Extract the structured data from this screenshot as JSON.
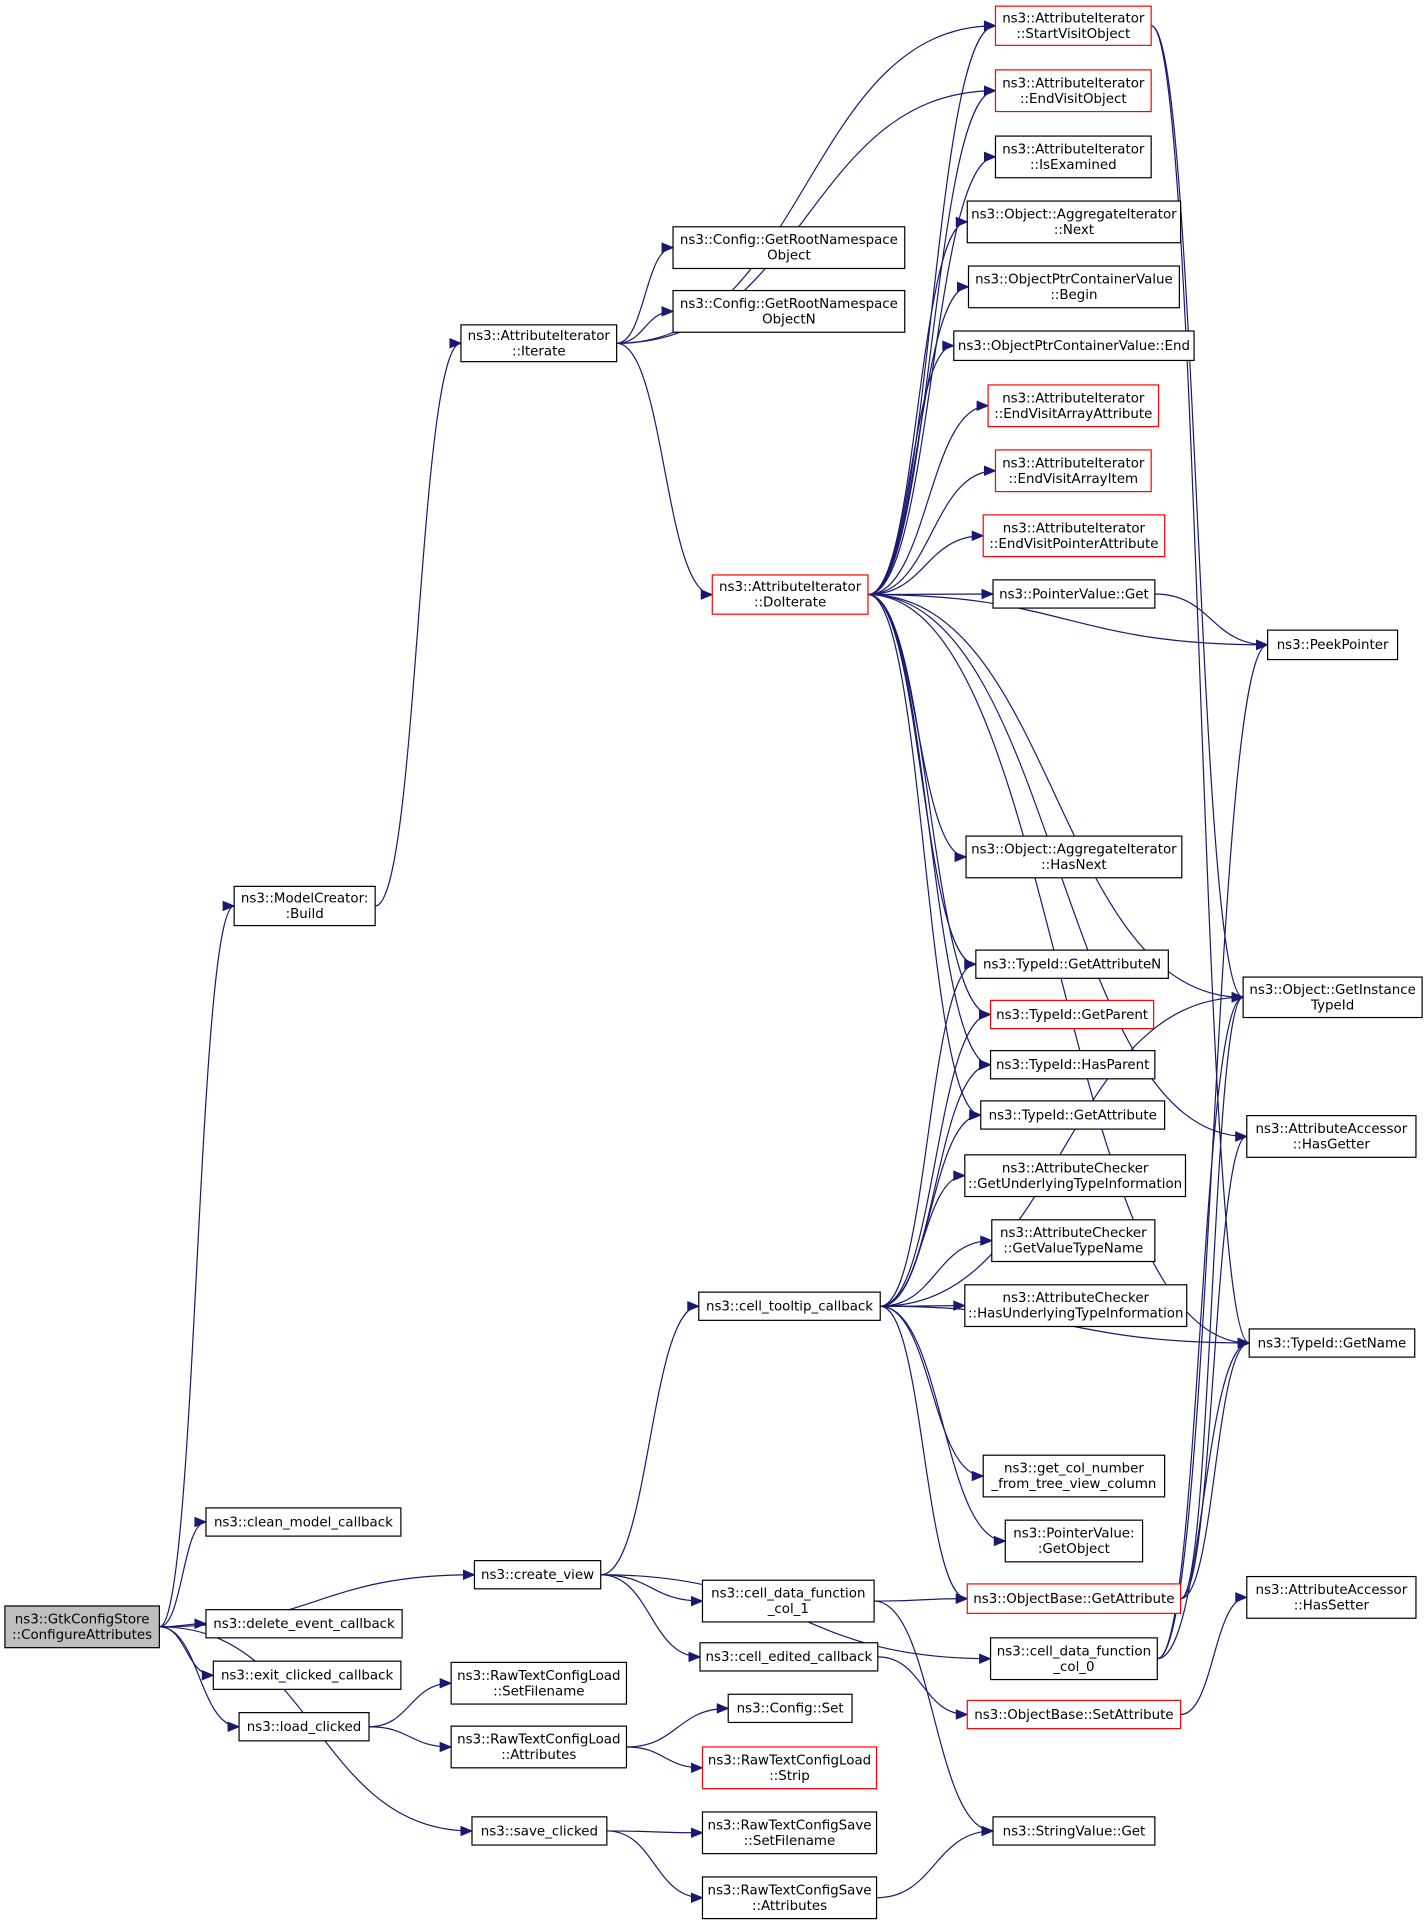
{
  "nodes": [
    {
      "id": "root",
      "lines": [
        "ns3::GtkConfigStore",
        "::ConfigureAttributes"
      ],
      "style": "root"
    },
    {
      "id": "build",
      "lines": [
        "ns3::ModelCreator:",
        ":Build"
      ],
      "style": "normal"
    },
    {
      "id": "iterate",
      "lines": [
        "ns3::AttributeIterator",
        "::Iterate"
      ],
      "style": "normal"
    },
    {
      "id": "getroot",
      "lines": [
        "ns3::Config::GetRootNamespace",
        "Object"
      ],
      "style": "normal"
    },
    {
      "id": "getrootn",
      "lines": [
        "ns3::Config::GetRootNamespace",
        "ObjectN"
      ],
      "style": "normal"
    },
    {
      "id": "startvisit",
      "lines": [
        "ns3::AttributeIterator",
        "::StartVisitObject"
      ],
      "style": "red"
    },
    {
      "id": "endvisit",
      "lines": [
        "ns3::AttributeIterator",
        "::EndVisitObject"
      ],
      "style": "red"
    },
    {
      "id": "isexamined",
      "lines": [
        "ns3::AttributeIterator",
        "::IsExamined"
      ],
      "style": "normal"
    },
    {
      "id": "aggnext",
      "lines": [
        "ns3::Object::AggregateIterator",
        "::Next"
      ],
      "style": "normal"
    },
    {
      "id": "optrbegin",
      "lines": [
        "ns3::ObjectPtrContainerValue",
        "::Begin"
      ],
      "style": "normal"
    },
    {
      "id": "optrend",
      "lines": [
        "ns3::ObjectPtrContainerValue::End"
      ],
      "style": "normal"
    },
    {
      "id": "endvisitarr",
      "lines": [
        "ns3::AttributeIterator",
        "::EndVisitArrayAttribute"
      ],
      "style": "red"
    },
    {
      "id": "endvisitarritem",
      "lines": [
        "ns3::AttributeIterator",
        "::EndVisitArrayItem"
      ],
      "style": "red"
    },
    {
      "id": "endvisitptr",
      "lines": [
        "ns3::AttributeIterator",
        "::EndVisitPointerAttribute"
      ],
      "style": "red"
    },
    {
      "id": "doiterate",
      "lines": [
        "ns3::AttributeIterator",
        "::DoIterate"
      ],
      "style": "red"
    },
    {
      "id": "ptrget",
      "lines": [
        "ns3::PointerValue::Get"
      ],
      "style": "normal"
    },
    {
      "id": "peekptr",
      "lines": [
        "ns3::PeekPointer"
      ],
      "style": "normal"
    },
    {
      "id": "agghasnext",
      "lines": [
        "ns3::Object::AggregateIterator",
        "::HasNext"
      ],
      "style": "normal"
    },
    {
      "id": "getattrn",
      "lines": [
        "ns3::TypeId::GetAttributeN"
      ],
      "style": "normal"
    },
    {
      "id": "getparent",
      "lines": [
        "ns3::TypeId::GetParent"
      ],
      "style": "red"
    },
    {
      "id": "hasparent",
      "lines": [
        "ns3::TypeId::HasParent"
      ],
      "style": "normal"
    },
    {
      "id": "getattribute",
      "lines": [
        "ns3::TypeId::GetAttribute"
      ],
      "style": "normal"
    },
    {
      "id": "getinstancetid",
      "lines": [
        "ns3::Object::GetInstance",
        "TypeId"
      ],
      "style": "normal"
    },
    {
      "id": "hasgetter",
      "lines": [
        "ns3::AttributeAccessor",
        "::HasGetter"
      ],
      "style": "normal"
    },
    {
      "id": "getunderlying",
      "lines": [
        "ns3::AttributeChecker",
        "::GetUnderlyingTypeInformation"
      ],
      "style": "normal"
    },
    {
      "id": "getvaluetype",
      "lines": [
        "ns3::AttributeChecker",
        "::GetValueTypeName"
      ],
      "style": "normal"
    },
    {
      "id": "hasunderlying",
      "lines": [
        "ns3::AttributeChecker",
        "::HasUnderlyingTypeInformation"
      ],
      "style": "normal"
    },
    {
      "id": "tooltip",
      "lines": [
        "ns3::cell_tooltip_callback"
      ],
      "style": "normal"
    },
    {
      "id": "getname",
      "lines": [
        "ns3::TypeId::GetName"
      ],
      "style": "normal"
    },
    {
      "id": "getcolnum",
      "lines": [
        "ns3::get_col_number",
        "_from_tree_view_column"
      ],
      "style": "normal"
    },
    {
      "id": "ptrgetobj",
      "lines": [
        "ns3::PointerValue:",
        ":GetObject"
      ],
      "style": "normal"
    },
    {
      "id": "clean",
      "lines": [
        "ns3::clean_model_callback"
      ],
      "style": "normal"
    },
    {
      "id": "createview",
      "lines": [
        "ns3::create_view"
      ],
      "style": "normal"
    },
    {
      "id": "celldata1",
      "lines": [
        "ns3::cell_data_function",
        "_col_1"
      ],
      "style": "normal"
    },
    {
      "id": "objgetattr",
      "lines": [
        "ns3::ObjectBase::GetAttribute"
      ],
      "style": "red"
    },
    {
      "id": "hassetter",
      "lines": [
        "ns3::AttributeAccessor",
        "::HasSetter"
      ],
      "style": "normal"
    },
    {
      "id": "deleteevent",
      "lines": [
        "ns3::delete_event_callback"
      ],
      "style": "normal"
    },
    {
      "id": "celledited",
      "lines": [
        "ns3::cell_edited_callback"
      ],
      "style": "normal"
    },
    {
      "id": "celldata0",
      "lines": [
        "ns3::cell_data_function",
        "_col_0"
      ],
      "style": "normal"
    },
    {
      "id": "exitclicked",
      "lines": [
        "ns3::exit_clicked_callback"
      ],
      "style": "normal"
    },
    {
      "id": "rawloadsetfn",
      "lines": [
        "ns3::RawTextConfigLoad",
        "::SetFilename"
      ],
      "style": "normal"
    },
    {
      "id": "objsetattr",
      "lines": [
        "ns3::ObjectBase::SetAttribute"
      ],
      "style": "red"
    },
    {
      "id": "loadclicked",
      "lines": [
        "ns3::load_clicked"
      ],
      "style": "normal"
    },
    {
      "id": "configset",
      "lines": [
        "ns3::Config::Set"
      ],
      "style": "normal"
    },
    {
      "id": "rawloadattrs",
      "lines": [
        "ns3::RawTextConfigLoad",
        "::Attributes"
      ],
      "style": "normal"
    },
    {
      "id": "rawloadstrip",
      "lines": [
        "ns3::RawTextConfigLoad",
        "::Strip"
      ],
      "style": "red"
    },
    {
      "id": "saveclicked",
      "lines": [
        "ns3::save_clicked"
      ],
      "style": "normal"
    },
    {
      "id": "rawsavesetfn",
      "lines": [
        "ns3::RawTextConfigSave",
        "::SetFilename"
      ],
      "style": "normal"
    },
    {
      "id": "stringget",
      "lines": [
        "ns3::StringValue::Get"
      ],
      "style": "normal"
    },
    {
      "id": "rawsaveattrs",
      "lines": [
        "ns3::RawTextConfigSave",
        "::Attributes"
      ],
      "style": "normal"
    }
  ],
  "edges": [
    [
      "root",
      "build"
    ],
    [
      "root",
      "clean"
    ],
    [
      "root",
      "createview"
    ],
    [
      "root",
      "deleteevent"
    ],
    [
      "root",
      "exitclicked"
    ],
    [
      "root",
      "loadclicked"
    ],
    [
      "root",
      "saveclicked"
    ],
    [
      "build",
      "iterate"
    ],
    [
      "iterate",
      "startvisit"
    ],
    [
      "iterate",
      "getroot"
    ],
    [
      "iterate",
      "getrootn"
    ],
    [
      "iterate",
      "endvisit"
    ],
    [
      "iterate",
      "doiterate"
    ],
    [
      "doiterate",
      "startvisit"
    ],
    [
      "doiterate",
      "endvisit"
    ],
    [
      "doiterate",
      "isexamined"
    ],
    [
      "doiterate",
      "aggnext"
    ],
    [
      "doiterate",
      "optrbegin"
    ],
    [
      "doiterate",
      "optrend"
    ],
    [
      "doiterate",
      "endvisitarr"
    ],
    [
      "doiterate",
      "endvisitarritem"
    ],
    [
      "doiterate",
      "endvisitptr"
    ],
    [
      "doiterate",
      "ptrget"
    ],
    [
      "doiterate",
      "peekptr"
    ],
    [
      "doiterate",
      "agghasnext"
    ],
    [
      "doiterate",
      "getattrn"
    ],
    [
      "doiterate",
      "getparent"
    ],
    [
      "doiterate",
      "hasparent"
    ],
    [
      "doiterate",
      "getattribute"
    ],
    [
      "doiterate",
      "getinstancetid"
    ],
    [
      "doiterate",
      "hasgetter"
    ],
    [
      "doiterate",
      "getname"
    ],
    [
      "startvisit",
      "getinstancetid"
    ],
    [
      "startvisit",
      "getname"
    ],
    [
      "ptrget",
      "peekptr"
    ],
    [
      "tooltip",
      "getattrn"
    ],
    [
      "tooltip",
      "getparent"
    ],
    [
      "tooltip",
      "hasparent"
    ],
    [
      "tooltip",
      "getattribute"
    ],
    [
      "tooltip",
      "getunderlying"
    ],
    [
      "tooltip",
      "getvaluetype"
    ],
    [
      "tooltip",
      "hasunderlying"
    ],
    [
      "tooltip",
      "getinstancetid"
    ],
    [
      "tooltip",
      "getname"
    ],
    [
      "tooltip",
      "getcolnum"
    ],
    [
      "tooltip",
      "ptrgetobj"
    ],
    [
      "tooltip",
      "objgetattr"
    ],
    [
      "createview",
      "tooltip"
    ],
    [
      "createview",
      "celldata1"
    ],
    [
      "createview",
      "celldata0"
    ],
    [
      "createview",
      "celledited"
    ],
    [
      "celldata1",
      "objgetattr"
    ],
    [
      "celldata1",
      "stringget"
    ],
    [
      "objgetattr",
      "getinstancetid"
    ],
    [
      "objgetattr",
      "getname"
    ],
    [
      "objgetattr",
      "hasgetter"
    ],
    [
      "celldata0",
      "peekptr"
    ],
    [
      "celldata0",
      "getinstancetid"
    ],
    [
      "celldata0",
      "getname"
    ],
    [
      "celledited",
      "objsetattr"
    ],
    [
      "objsetattr",
      "hassetter"
    ],
    [
      "loadclicked",
      "rawloadsetfn"
    ],
    [
      "loadclicked",
      "rawloadattrs"
    ],
    [
      "rawloadattrs",
      "configset"
    ],
    [
      "rawloadattrs",
      "rawloadstrip"
    ],
    [
      "saveclicked",
      "rawsavesetfn"
    ],
    [
      "saveclicked",
      "rawsaveattrs"
    ],
    [
      "rawsaveattrs",
      "stringget"
    ]
  ],
  "colors": {
    "edge": "#191970",
    "red_border": "#ff0000",
    "root_fill": "#bfbfbf"
  }
}
